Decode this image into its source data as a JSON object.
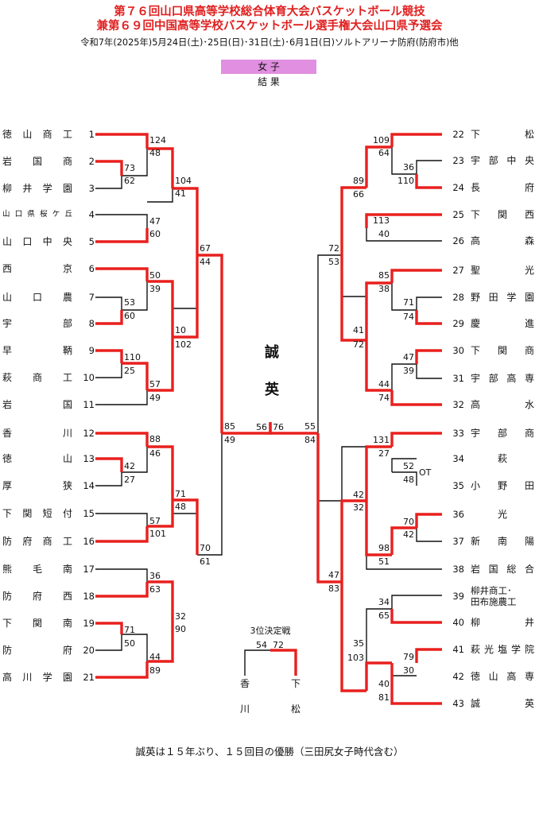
{
  "header": {
    "title_line1": "第７６回山口県高等学校総合体育大会バスケットボール競技",
    "title_line2": "兼第６９回中国高等学校バスケットボール選手権大会山口県予選会",
    "subtitle": "令和7年(2025年)5月24日(土)･25日(日)･31日(土)･6月1日(日)ソルトアリーナ防府(防府市)他",
    "division": "女 子",
    "results_label": "結 果"
  },
  "champion": {
    "char1": "誠",
    "char2": "英"
  },
  "colors": {
    "winner_line": "#e8201e",
    "loser_line": "#111111",
    "title": "#e02020",
    "division_bg": "#e18fe0"
  },
  "left_teams": [
    {
      "seed": "1",
      "name": "徳山商工"
    },
    {
      "seed": "2",
      "name": "岩国商"
    },
    {
      "seed": "3",
      "name": "柳井学園"
    },
    {
      "seed": "4",
      "name": "山口県桜ケ丘"
    },
    {
      "seed": "5",
      "name": "山口中央"
    },
    {
      "seed": "6",
      "name": "西京"
    },
    {
      "seed": "7",
      "name": "山口農"
    },
    {
      "seed": "8",
      "name": "宇部"
    },
    {
      "seed": "9",
      "name": "早鞆"
    },
    {
      "seed": "10",
      "name": "萩商工"
    },
    {
      "seed": "11",
      "name": "岩国"
    },
    {
      "seed": "12",
      "name": "香川"
    },
    {
      "seed": "13",
      "name": "徳山"
    },
    {
      "seed": "14",
      "name": "厚狭"
    },
    {
      "seed": "15",
      "name": "下関短付"
    },
    {
      "seed": "16",
      "name": "防府商工"
    },
    {
      "seed": "17",
      "name": "熊毛南"
    },
    {
      "seed": "18",
      "name": "防府西"
    },
    {
      "seed": "19",
      "name": "下関南"
    },
    {
      "seed": "20",
      "name": "防府"
    },
    {
      "seed": "21",
      "name": "高川学園"
    }
  ],
  "right_teams": [
    {
      "seed": "22",
      "name": "下松"
    },
    {
      "seed": "23",
      "name": "宇部中央"
    },
    {
      "seed": "24",
      "name": "長府"
    },
    {
      "seed": "25",
      "name": "下関西"
    },
    {
      "seed": "26",
      "name": "高森"
    },
    {
      "seed": "27",
      "name": "聖光"
    },
    {
      "seed": "28",
      "name": "野田学園"
    },
    {
      "seed": "29",
      "name": "慶進"
    },
    {
      "seed": "30",
      "name": "下関商"
    },
    {
      "seed": "31",
      "name": "宇部高専"
    },
    {
      "seed": "32",
      "name": "高水"
    },
    {
      "seed": "33",
      "name": "宇部商"
    },
    {
      "seed": "34",
      "name": "萩"
    },
    {
      "seed": "35",
      "name": "小野田"
    },
    {
      "seed": "36",
      "name": "光"
    },
    {
      "seed": "37",
      "name": "新南陽"
    },
    {
      "seed": "38",
      "name": "岩国総合"
    },
    {
      "seed": "39",
      "name": "柳井商工･",
      "name2": "田布施農工"
    },
    {
      "seed": "40",
      "name": "柳井"
    },
    {
      "seed": "41",
      "name": "萩光塩学院"
    },
    {
      "seed": "42",
      "name": "徳山高専"
    },
    {
      "seed": "43",
      "name": "誠英"
    }
  ],
  "scores": {
    "l_124": "124",
    "l_48": "48",
    "l_73": "73",
    "l_62": "62",
    "l_104": "104",
    "l_41": "41",
    "l_47": "47",
    "l_60a": "60",
    "l_67": "67",
    "l_44a": "44",
    "l_50": "50",
    "l_39": "39",
    "l_53": "53",
    "l_60b": "60",
    "l_10": "10",
    "l_102": "102",
    "l_110": "110",
    "l_25": "25",
    "l_57a": "57",
    "l_49a": "49",
    "l_85": "85",
    "l_49b": "49",
    "l_88": "88",
    "l_46": "46",
    "l_42": "42",
    "l_27": "27",
    "l_71a": "71",
    "l_48b": "48",
    "l_57b": "57",
    "l_101": "101",
    "l_70": "70",
    "l_61": "61",
    "l_36": "36",
    "l_63": "63",
    "l_32": "32",
    "l_90": "90",
    "l_71b": "71",
    "l_50b": "50",
    "l_44b": "44",
    "l_89": "89",
    "f_56": "56",
    "f_76": "76",
    "r_109": "109",
    "r_64": "64",
    "r_36": "36",
    "r_110": "110",
    "r_89": "89",
    "r_66": "66",
    "r_113": "113",
    "r_40a": "40",
    "r_72a": "72",
    "r_53": "53",
    "r_85": "85",
    "r_38": "38",
    "r_71": "71",
    "r_74a": "74",
    "r_41": "41",
    "r_72b": "72",
    "r_47a": "47",
    "r_39": "39",
    "r_44": "44",
    "r_74b": "74",
    "r_55": "55",
    "r_84": "84",
    "r_131": "131",
    "r_27": "27",
    "r_52": "52",
    "r_48": "48",
    "r_ot": "OT",
    "r_42a": "42",
    "r_32": "32",
    "r_70": "70",
    "r_42b": "42",
    "r_98": "98",
    "r_51": "51",
    "r_47b": "47",
    "r_83": "83",
    "r_34": "34",
    "r_65": "65",
    "r_35": "35",
    "r_103": "103",
    "r_79": "79",
    "r_30": "30",
    "r_40b": "40",
    "r_81": "81"
  },
  "third_place": {
    "title": "3位決定戦",
    "left_team": {
      "c1": "香",
      "c2": "川"
    },
    "right_team": {
      "c1": "下",
      "c2": "松"
    },
    "left_score": "54",
    "right_score": "72"
  },
  "footer": "誠英は１５年ぶり、１５回目の優勝（三田尻女子時代含む）"
}
